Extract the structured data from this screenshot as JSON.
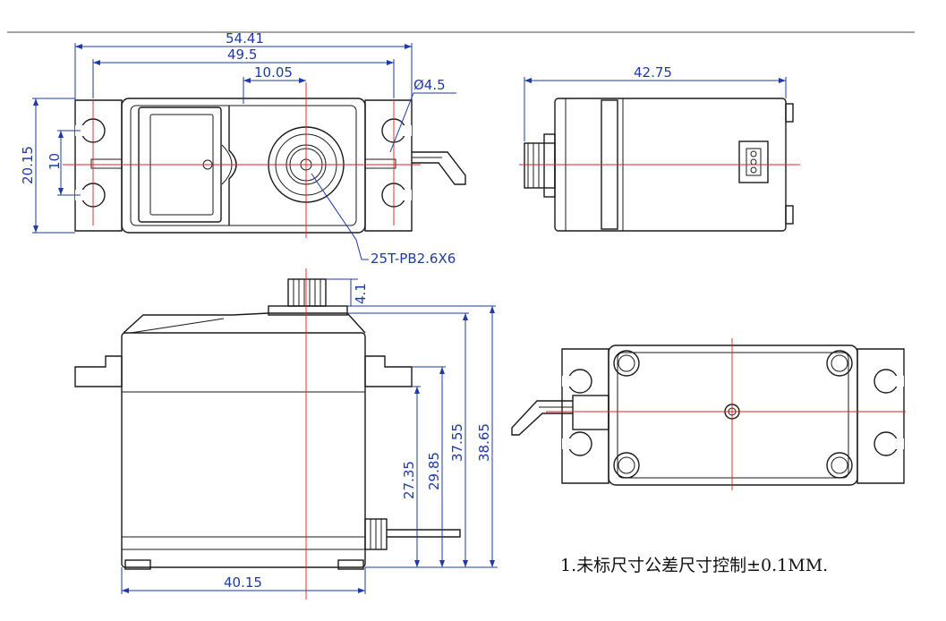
{
  "top_view": {
    "dim_overall_width": "54.41",
    "dim_hole_spacing": "49.5",
    "dim_output_offset": "10.05",
    "dim_hole_diameter": "Ø4.5",
    "dim_height": "20.15",
    "dim_slot_spacing": "10",
    "spline_callout": "25T-PB2.6X6"
  },
  "side_view": {
    "dim_length": "42.75"
  },
  "front_view": {
    "dim_spline_height": "4.1",
    "dim_h1": "27.35",
    "dim_h2": "29.85",
    "dim_h3": "37.55",
    "dim_h4": "38.65",
    "dim_width": "40.15"
  },
  "note": "1.未标尺寸公差尺寸控制±0.1MM.",
  "colors": {
    "outline": "#1a1a1a",
    "dimension": "#1e3aa8",
    "centerline": "#e02020"
  }
}
